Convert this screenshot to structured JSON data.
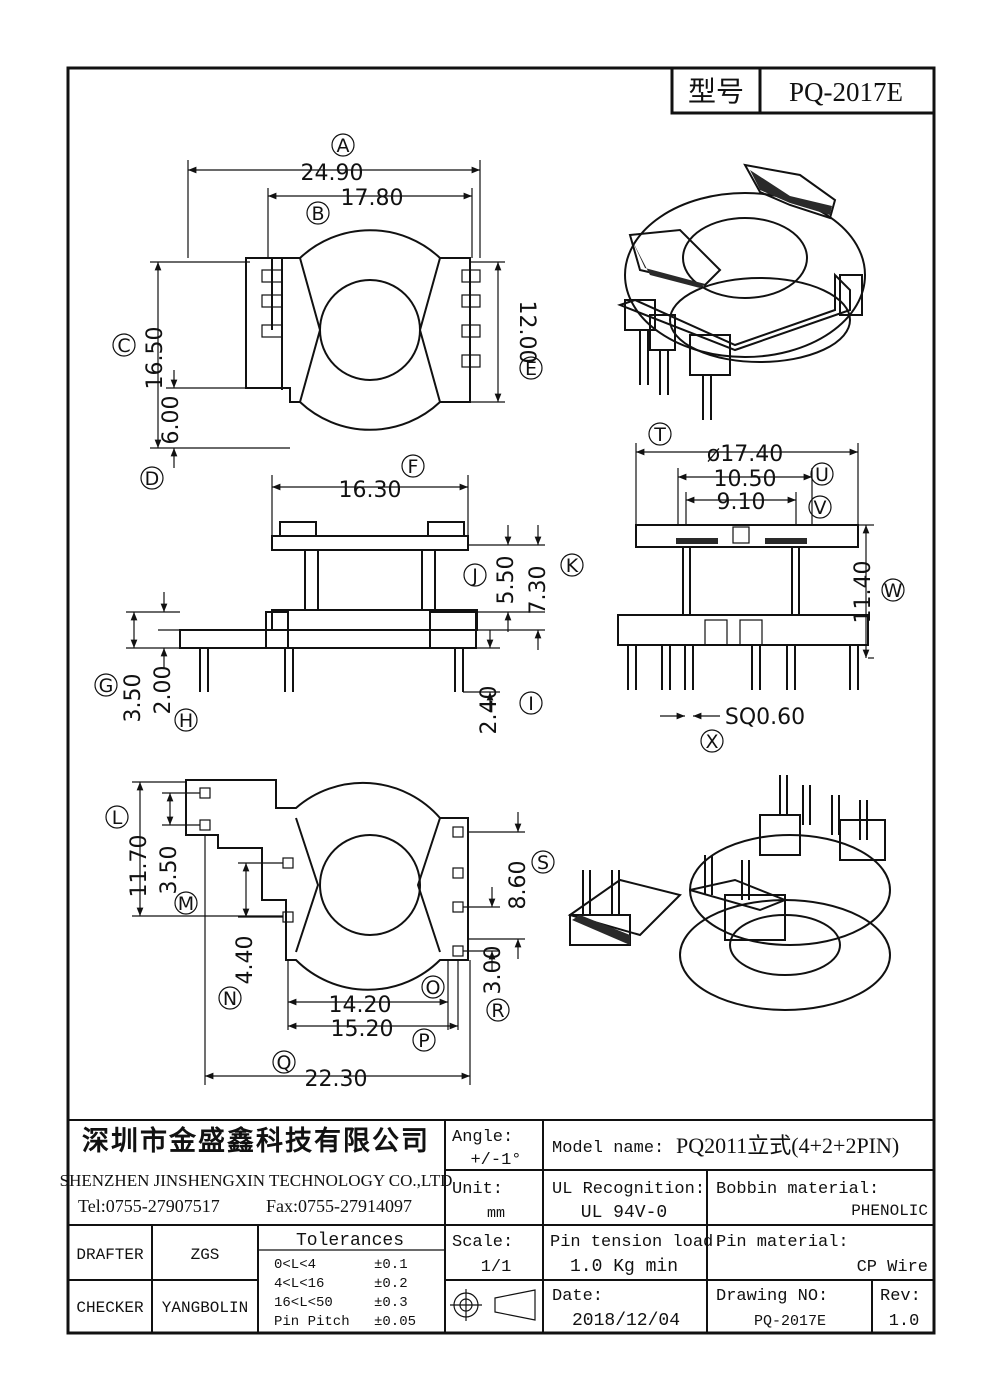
{
  "header": {
    "model_label": "型号",
    "model_value": "PQ-2017E"
  },
  "top_view": {
    "dims": [
      {
        "id": "A",
        "value": "24.90"
      },
      {
        "id": "B",
        "value": "17.80"
      },
      {
        "id": "C",
        "value": "16.50"
      },
      {
        "id": "D",
        "value": "6.00"
      },
      {
        "id": "E",
        "value": "12.00"
      }
    ]
  },
  "side_view": {
    "dims": [
      {
        "id": "F",
        "value": "16.30"
      },
      {
        "id": "J",
        "value": "5.50"
      },
      {
        "id": "K",
        "value": "7.30"
      },
      {
        "id": "G",
        "value": "3.50"
      },
      {
        "id": "H",
        "value": "2.00"
      },
      {
        "id": "I",
        "value": "2.40"
      }
    ]
  },
  "front_view": {
    "dims": [
      {
        "id": "T",
        "value": "ø17.40"
      },
      {
        "id": "U",
        "value": "10.50"
      },
      {
        "id": "V",
        "value": "9.10"
      },
      {
        "id": "W",
        "value": "11.40"
      },
      {
        "id": "X",
        "value": "SQ0.60"
      }
    ]
  },
  "bottom_view": {
    "dims": [
      {
        "id": "L",
        "value": "11.70"
      },
      {
        "id": "M",
        "value": "3.50"
      },
      {
        "id": "N",
        "value": "4.40"
      },
      {
        "id": "O",
        "value": "14.20"
      },
      {
        "id": "P",
        "value": "15.20"
      },
      {
        "id": "Q",
        "value": "22.30"
      },
      {
        "id": "R",
        "value": "3.00"
      },
      {
        "id": "S",
        "value": "8.60"
      }
    ]
  },
  "title_block": {
    "company_cn": "深圳市金盛鑫科技有限公司",
    "company_en": "SHENZHEN JINSHENGXIN TECHNOLOGY CO.,LTD",
    "tel": "Tel:0755-27907517",
    "fax": "Fax:0755-27914097",
    "angle_label": "Angle:",
    "angle_value": "+/-1°",
    "unit_label": "Unit:",
    "unit_value": "mm",
    "scale_label": "Scale:",
    "scale_value": "1/1",
    "model_name_label": "Model name:",
    "model_name_value": "PQ2011立式(4+2+2PIN)",
    "ul_label": "UL Recognition:",
    "ul_value": "UL 94V-0",
    "bobbin_label": "Bobbin material:",
    "bobbin_value": "PHENOLIC",
    "pin_tension_label": "Pin tension load:",
    "pin_tension_value": "1.0 Kg min",
    "pin_material_label": "Pin material:",
    "pin_material_value": "CP Wire",
    "date_label": "Date:",
    "date_value": "2018/12/04",
    "drawing_no_label": "Drawing NO:",
    "drawing_no_value": "PQ-2017E",
    "rev_label": "Rev:",
    "rev_value": "1.0",
    "drafter_label": "DRAFTER",
    "drafter_value": "ZGS",
    "checker_label": "CHECKER",
    "checker_value": "YANGBOLIN",
    "tolerances_title": "Tolerances",
    "tolerances": [
      {
        "range": "0<L<4",
        "value": "±0.1"
      },
      {
        "range": "4<L<16",
        "value": "±0.2"
      },
      {
        "range": "16<L<50",
        "value": "±0.3"
      },
      {
        "range": "Pin Pitch",
        "value": "±0.05"
      }
    ]
  }
}
